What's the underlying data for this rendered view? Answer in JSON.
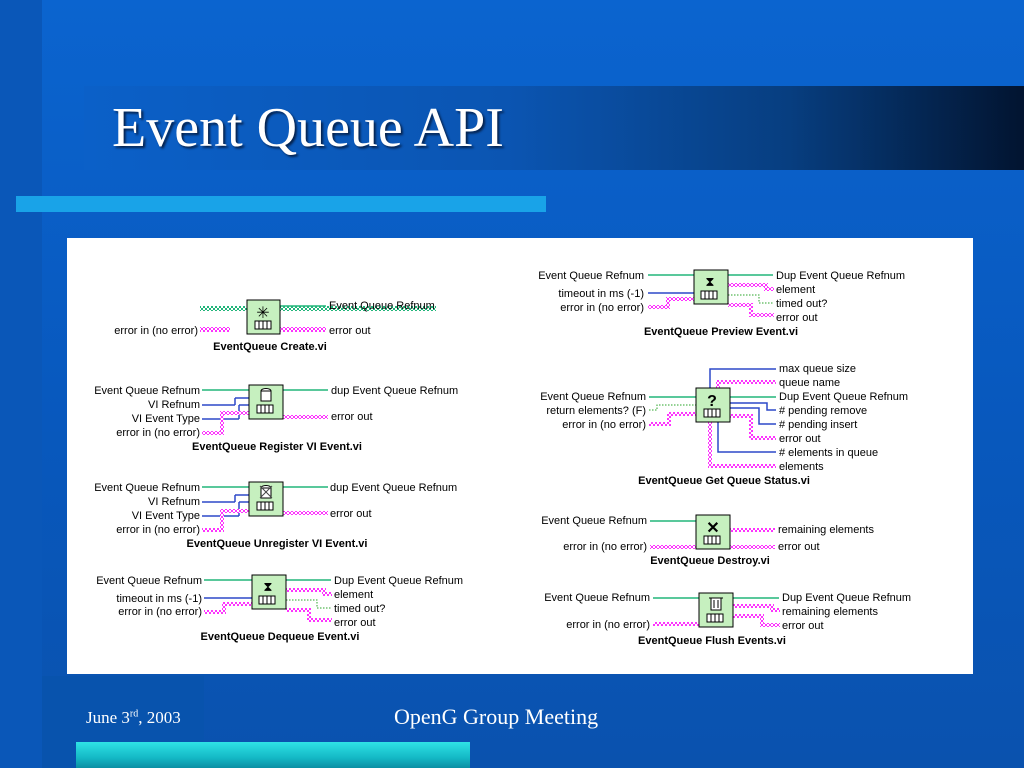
{
  "slide": {
    "title": "Event Queue API",
    "footer": {
      "date_prefix": "June 3",
      "date_sup": "rd",
      "date_suffix": ", 2003",
      "meeting": "OpenG Group Meeting"
    }
  },
  "colors": {
    "background": "#0b5fc4",
    "accent_rule": "#19a3e8",
    "footer_bar": "#22cfd8",
    "wire_error": "#ff33ff",
    "wire_refnum": "#22b57a",
    "wire_numeric": "#2d48c8",
    "wire_boolean": "#2aa52a",
    "icon_fill": "#c6f0bf"
  },
  "vis": {
    "create": {
      "icon": "starburst-icon",
      "name": "EventQueue Create.vi",
      "inputs": [
        "error in (no error)"
      ],
      "outputs": [
        "Event Queue Refnum",
        "error out"
      ]
    },
    "register": {
      "icon": "register-cylinder-icon",
      "name": "EventQueue Register VI Event.vi",
      "inputs": [
        "Event Queue Refnum",
        "VI Refnum",
        "VI Event Type",
        "error in (no error)"
      ],
      "outputs": [
        "dup Event Queue Refnum",
        "error out"
      ]
    },
    "unregister": {
      "icon": "unregister-cylinder-icon",
      "name": "EventQueue Unregister VI Event.vi",
      "inputs": [
        "Event Queue Refnum",
        "VI Refnum",
        "VI Event Type",
        "error in (no error)"
      ],
      "outputs": [
        "dup Event Queue Refnum",
        "error out"
      ]
    },
    "dequeue": {
      "icon": "hourglass-icon",
      "name": "EventQueue Dequeue Event.vi",
      "inputs": [
        "Event Queue Refnum",
        "timeout in ms (-1)",
        "error in (no error)"
      ],
      "outputs": [
        "Dup Event Queue Refnum",
        "element",
        "timed out?",
        "error out"
      ]
    },
    "preview": {
      "icon": "hourglass-icon",
      "name": "EventQueue Preview Event.vi",
      "inputs": [
        "Event Queue Refnum",
        "timeout in ms (-1)",
        "error in (no error)"
      ],
      "outputs": [
        "Dup Event Queue Refnum",
        "element",
        "timed out?",
        "error out"
      ]
    },
    "status": {
      "icon": "question-mark-icon",
      "name": "EventQueue Get Queue Status.vi",
      "inputs": [
        "Event Queue Refnum",
        "return elements? (F)",
        "error in (no error)"
      ],
      "outputs": [
        "max queue size",
        "queue name",
        "Dup Event Queue Refnum",
        "# pending remove",
        "# pending insert",
        "error out",
        "# elements in queue",
        "elements"
      ]
    },
    "destroy": {
      "icon": "x-mark-icon",
      "name": "EventQueue Destroy.vi",
      "inputs": [
        "Event Queue Refnum",
        "error in (no error)"
      ],
      "outputs": [
        "remaining elements",
        "error out"
      ]
    },
    "flush": {
      "icon": "trash-can-icon",
      "name": "EventQueue Flush Events.vi",
      "inputs": [
        "Event Queue Refnum",
        "error in (no error)"
      ],
      "outputs": [
        "Dup Event Queue Refnum",
        "remaining elements",
        "error out"
      ]
    }
  }
}
